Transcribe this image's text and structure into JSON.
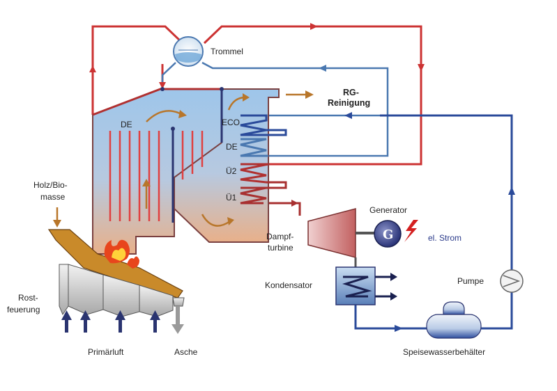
{
  "labels": {
    "trommel": "Trommel",
    "rg_line1": "RG-",
    "rg_line2": "Reinigung",
    "de_furnace": "DE",
    "eco": "ECO",
    "de_hx": "DE",
    "ue2": "Ü2",
    "ue1": "Ü1",
    "holz_line1": "Holz/Bio-",
    "holz_line2": "masse",
    "generator": "Generator",
    "generator_letter": "G",
    "strom": "el. Strom",
    "dampf_line1": "Dampf-",
    "dampf_line2": "turbine",
    "kondensator": "Kondensator",
    "pumpe": "Pumpe",
    "rost_line1": "Rost-",
    "rost_line2": "feuerung",
    "primaerluft": "Primärluft",
    "asche": "Asche",
    "speisewasser": "Speisewasserbehälter"
  },
  "colors": {
    "steam_red": "#cc3333",
    "water_blue": "#4a78b0",
    "feed_blue": "#2a4a9a",
    "boiler_top": "#9ec6ea",
    "boiler_bottom": "#e8b08a",
    "flue_arrow": "#b8762a",
    "air_arrow": "#2a3470"
  }
}
